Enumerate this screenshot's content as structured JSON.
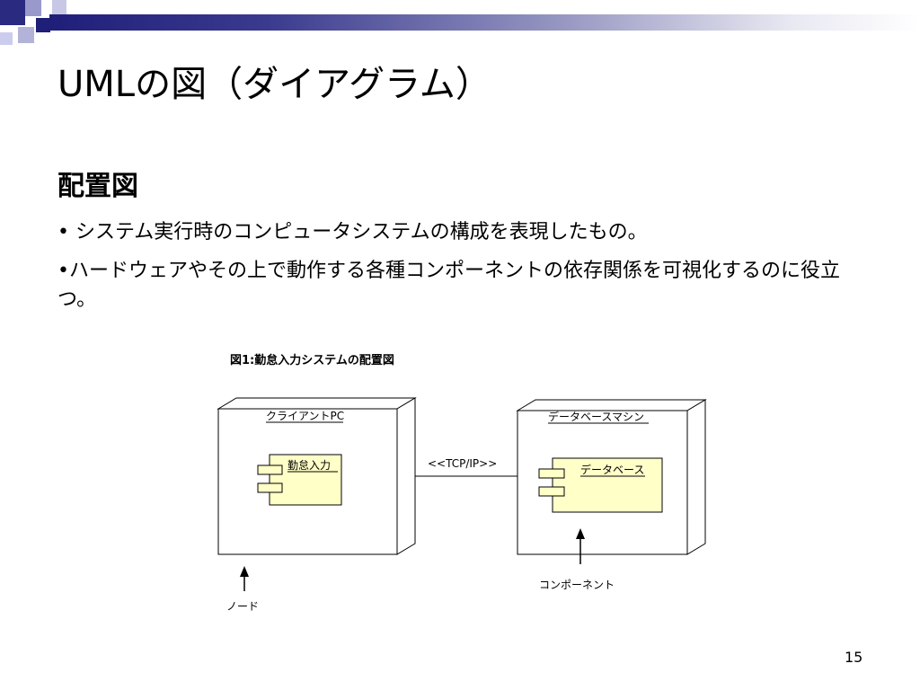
{
  "slide": {
    "title": "UMLの図（ダイアグラム）",
    "subtitle": "配置図",
    "bullet1": "• システム実行時のコンピュータシステムの構成を表現したもの。",
    "bullet2": "•ハードウェアやその上で動作する各種コンポーネントの依存関係を可視化するのに役立つ。",
    "page_number": "15"
  },
  "figure": {
    "caption": "図1:勤怠入力システムの配置図",
    "node_client": "クライアントPC",
    "component_client": "勤怠入力",
    "connection_label": "<<TCP/IP>>",
    "node_server": "データベースマシン",
    "component_server": "データベース",
    "annotation_node": "ノード",
    "annotation_component": "コンポーネント"
  },
  "colors": {
    "component_fill": "#ffffc8",
    "band_dark": "#1f1f7a",
    "deco_light": "#9999cc"
  }
}
